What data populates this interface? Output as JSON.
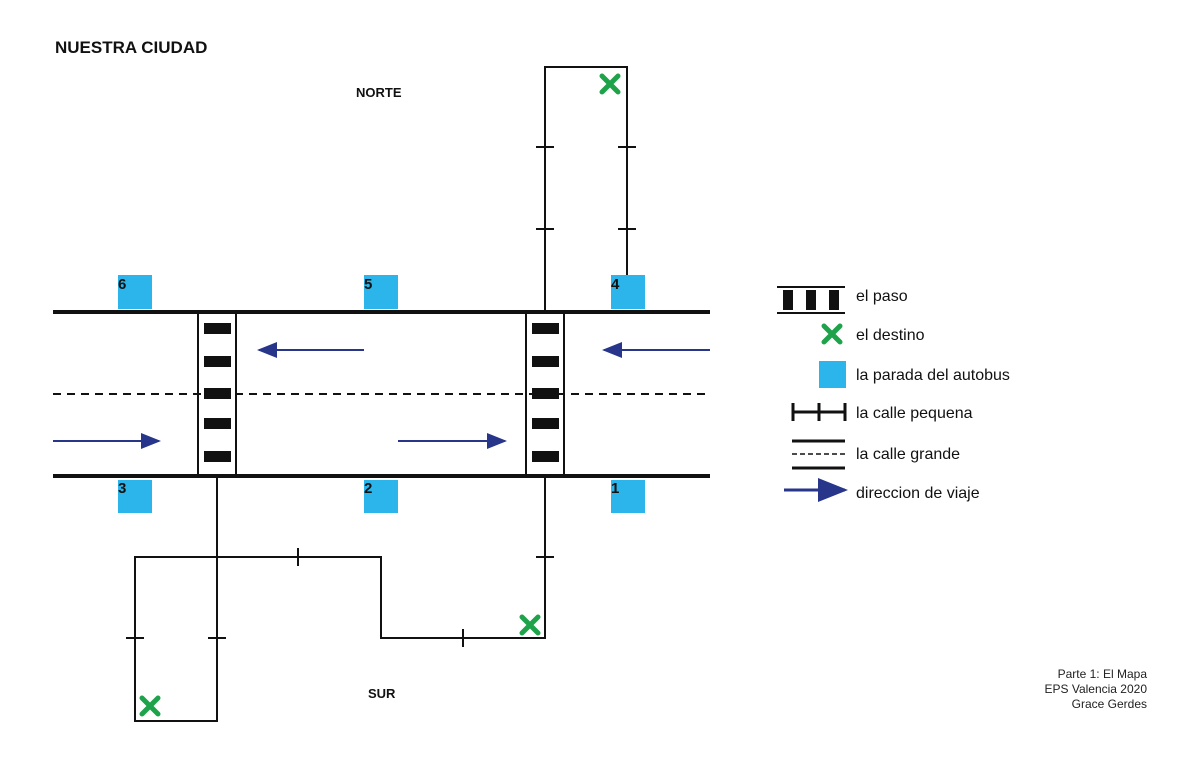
{
  "title": "NUESTRA CIUDAD",
  "labels": {
    "north": "NORTE",
    "south": "SUR"
  },
  "bus_stops": [
    "1",
    "2",
    "3",
    "4",
    "5",
    "6"
  ],
  "legend": [
    {
      "icon": "crosswalk-icon",
      "label": "el paso"
    },
    {
      "icon": "destination-x-icon",
      "label": "el destino"
    },
    {
      "icon": "bus-stop-icon",
      "label": "la parada del autobus"
    },
    {
      "icon": "small-street-icon",
      "label": "la calle pequena"
    },
    {
      "icon": "big-street-icon",
      "label": "la calle grande"
    },
    {
      "icon": "direction-arrow-icon",
      "label": "direccion de viaje"
    }
  ],
  "credits": [
    "Parte 1: El Mapa",
    "EPS Valencia 2020",
    "Grace Gerdes"
  ],
  "colors": {
    "bus_stop": "#2bb5ea",
    "destination": "#1ea34a",
    "arrow": "#27358a",
    "line": "#111111"
  }
}
